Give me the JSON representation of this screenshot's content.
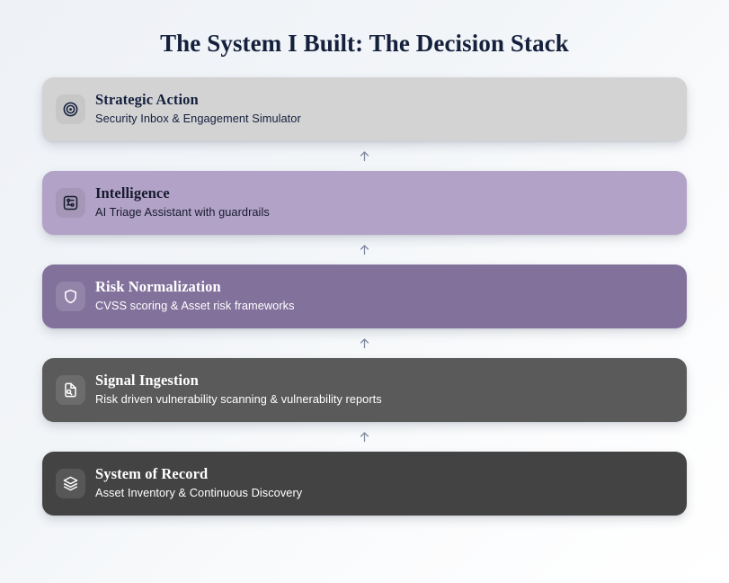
{
  "page": {
    "title": "The System I Built: The Decision Stack",
    "background_start": "#eef1f6",
    "background_end": "#ffffff",
    "title_color": "#14203c"
  },
  "connector": {
    "icon": "arrow-up-icon",
    "color": "#7f8aa0",
    "count": 4
  },
  "stack": {
    "layers": [
      {
        "title": "Strategic Action",
        "subtitle": "Security Inbox & Engagement Simulator",
        "icon": "target-icon",
        "theme": "theme-light",
        "background": "#d3d3d4",
        "text_color": "#14203c"
      },
      {
        "title": "Intelligence",
        "subtitle": "AI Triage Assistant with guardrails",
        "icon": "circuit-network-icon",
        "theme": "theme-lavender",
        "background": "#b2a2c7",
        "text_color": "#161b2e"
      },
      {
        "title": "Risk Normalization",
        "subtitle": "CVSS scoring & Asset risk frameworks",
        "icon": "shield-icon",
        "theme": "theme-purple",
        "background": "#82719b",
        "text_color": "#ffffff"
      },
      {
        "title": "Signal Ingestion",
        "subtitle": "Risk driven vulnerability scanning & vulnerability reports",
        "icon": "document-search-icon",
        "theme": "theme-gray",
        "background": "#5a5a5a",
        "text_color": "#ffffff"
      },
      {
        "title": "System of Record",
        "subtitle": "Asset Inventory & Continuous Discovery",
        "icon": "layers-icon",
        "theme": "theme-dark",
        "background": "#434343",
        "text_color": "#ffffff"
      }
    ]
  }
}
